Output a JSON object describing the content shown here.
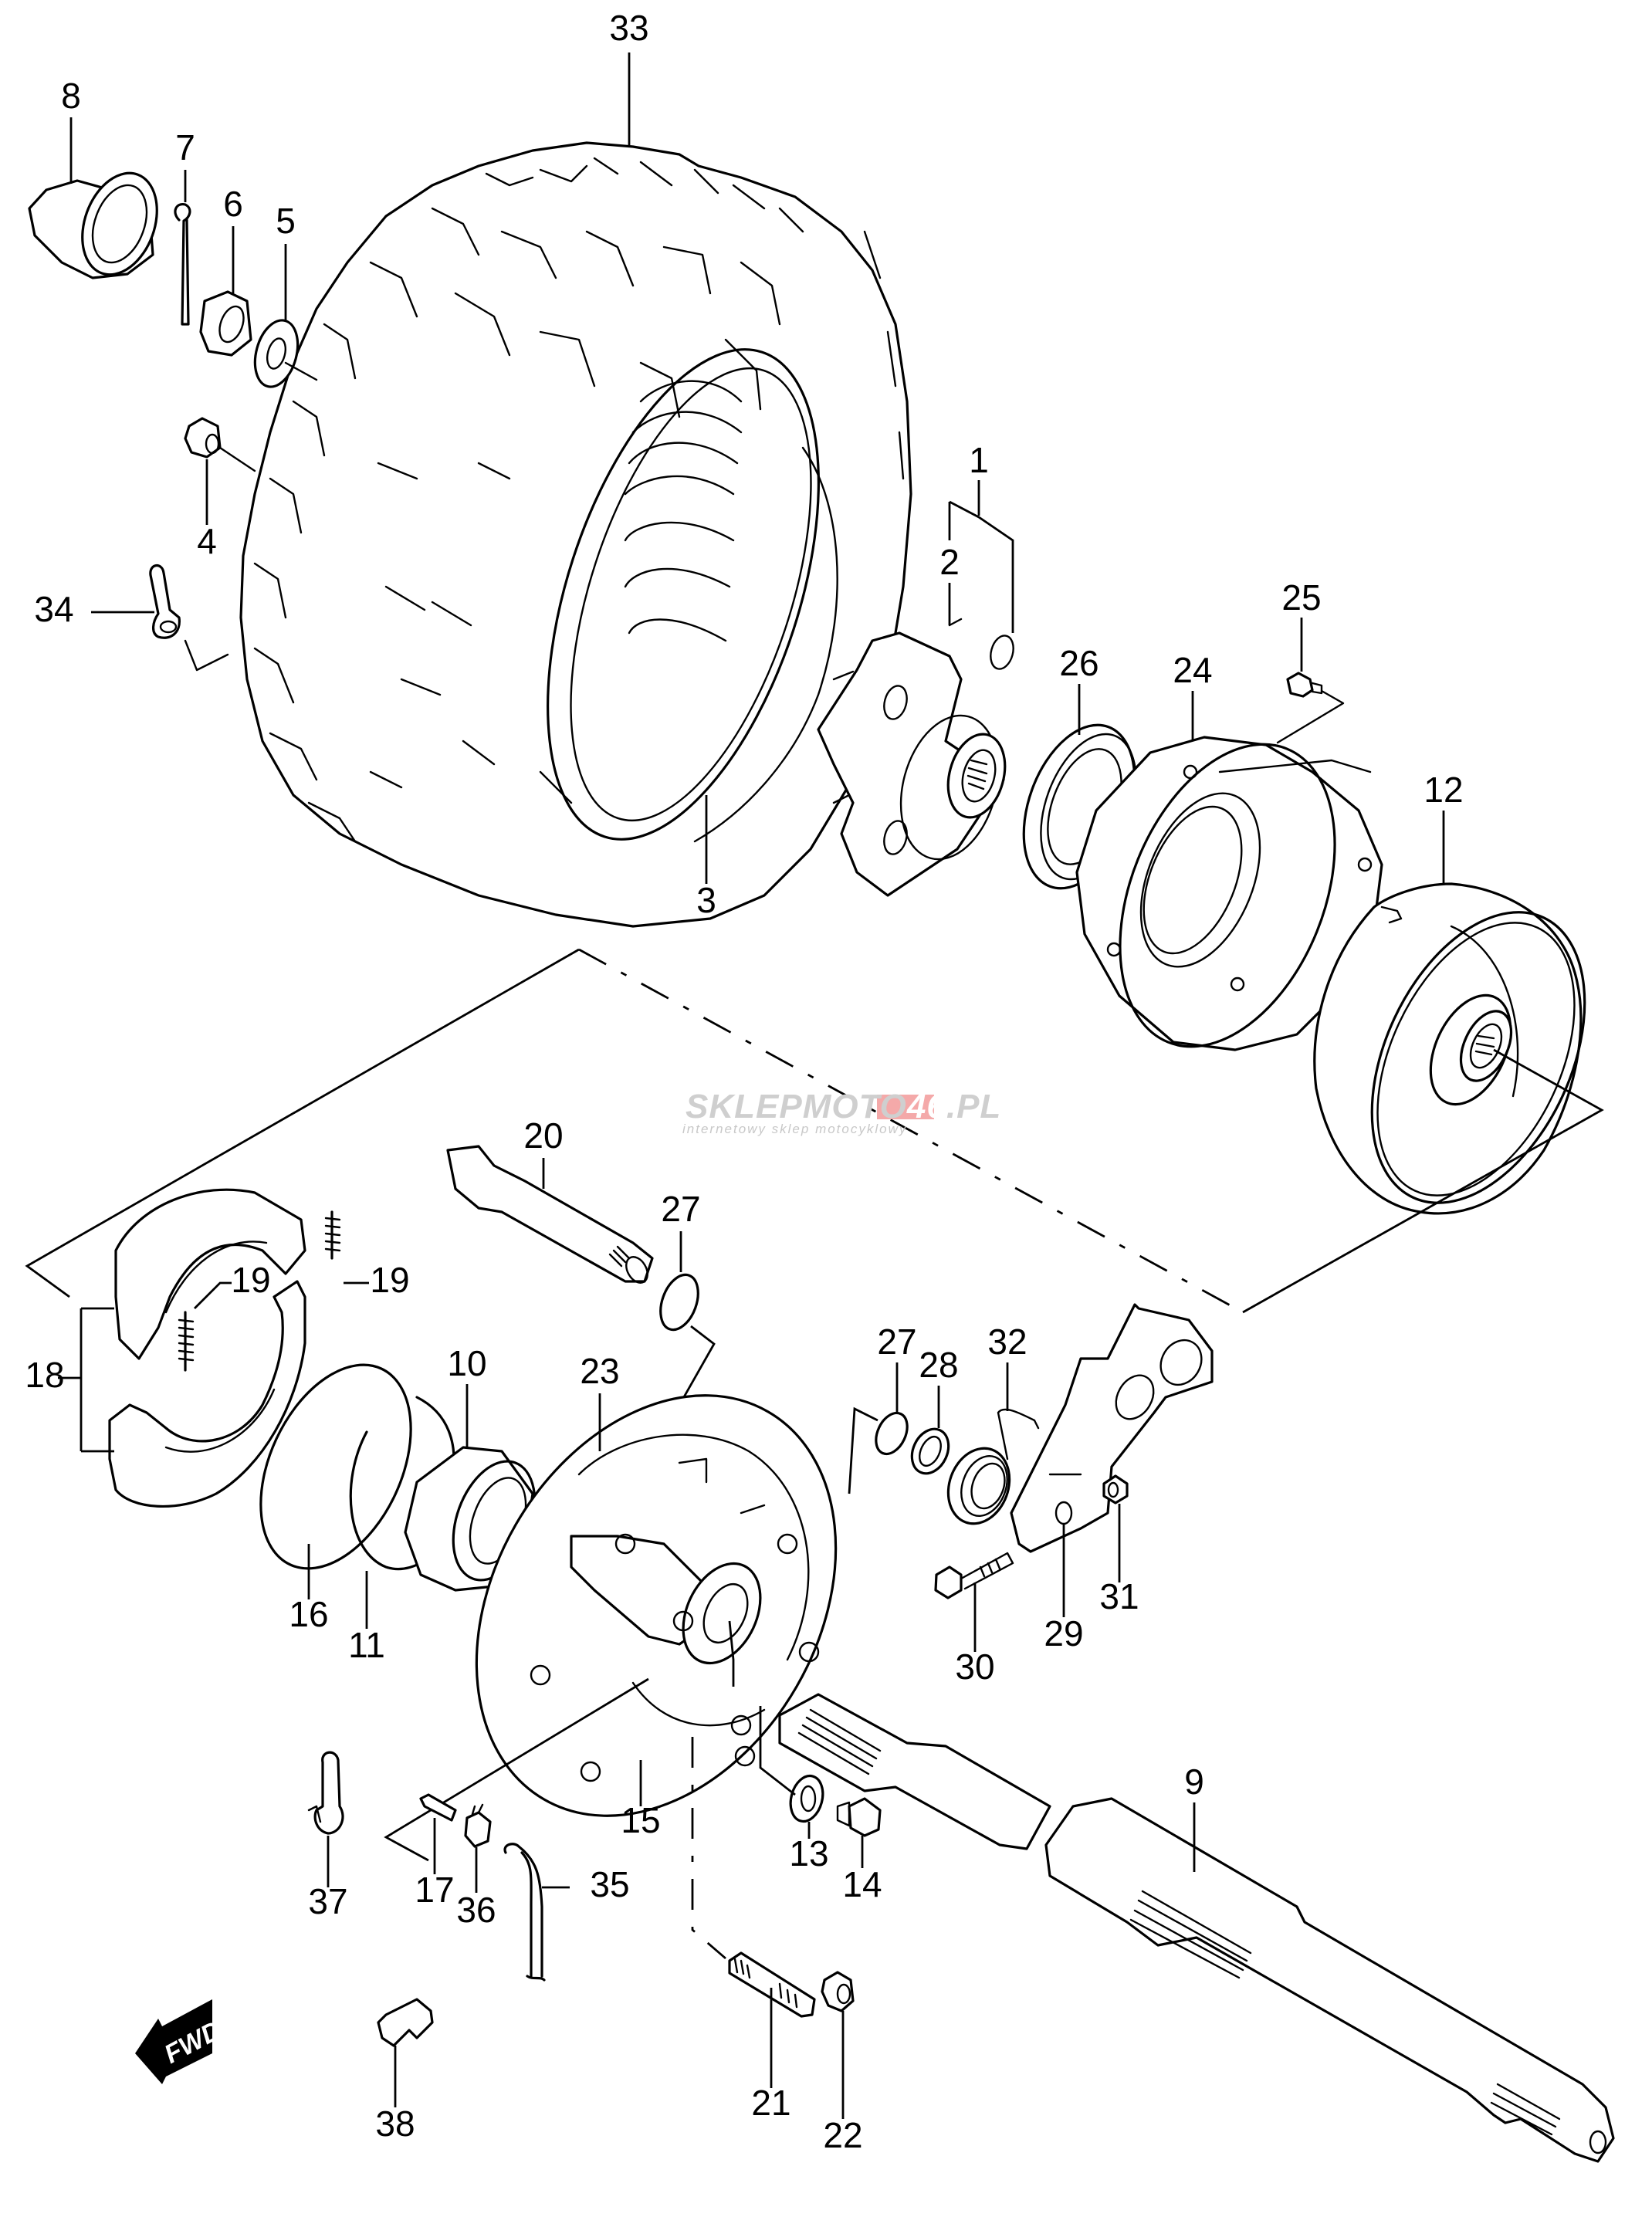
{
  "diagram": {
    "type": "exploded-parts-diagram",
    "subject": "Rear wheel, brake drum and rear axle assembly",
    "direction_indicator": "FWD",
    "watermark": {
      "brand_gray": "SKLEPMOTO",
      "brand_red": "46",
      "suffix": ".PL",
      "tagline": "internetowy sklep motocyklowy",
      "colors": {
        "gray": "#c8c8c8",
        "red": "#f4a9a9"
      }
    },
    "callouts": [
      {
        "ref": "1"
      },
      {
        "ref": "2"
      },
      {
        "ref": "3"
      },
      {
        "ref": "4"
      },
      {
        "ref": "5"
      },
      {
        "ref": "6"
      },
      {
        "ref": "7"
      },
      {
        "ref": "8"
      },
      {
        "ref": "9"
      },
      {
        "ref": "10"
      },
      {
        "ref": "11"
      },
      {
        "ref": "12"
      },
      {
        "ref": "13"
      },
      {
        "ref": "14"
      },
      {
        "ref": "15"
      },
      {
        "ref": "16"
      },
      {
        "ref": "17"
      },
      {
        "ref": "18"
      },
      {
        "ref": "19"
      },
      {
        "ref": "19"
      },
      {
        "ref": "20"
      },
      {
        "ref": "21"
      },
      {
        "ref": "22"
      },
      {
        "ref": "23"
      },
      {
        "ref": "24"
      },
      {
        "ref": "25"
      },
      {
        "ref": "26"
      },
      {
        "ref": "27"
      },
      {
        "ref": "27"
      },
      {
        "ref": "28"
      },
      {
        "ref": "29"
      },
      {
        "ref": "30"
      },
      {
        "ref": "31"
      },
      {
        "ref": "32"
      },
      {
        "ref": "33"
      },
      {
        "ref": "34"
      },
      {
        "ref": "35"
      },
      {
        "ref": "36"
      },
      {
        "ref": "37"
      },
      {
        "ref": "38"
      }
    ]
  }
}
